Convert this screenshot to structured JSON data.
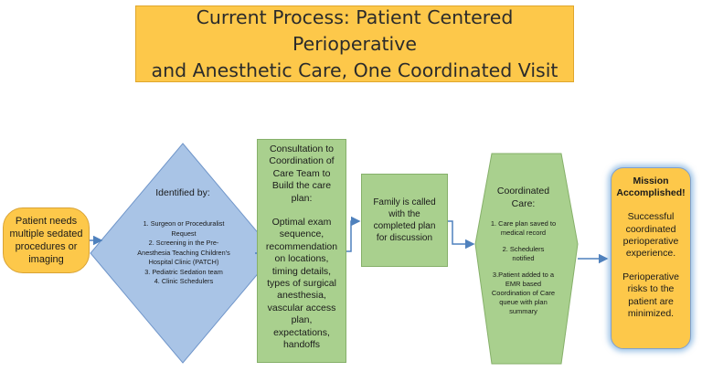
{
  "title": {
    "line1": "Current Process:  Patient Centered Perioperative",
    "line2": "and Anesthetic Care, One Coordinated Visit"
  },
  "start": {
    "lines": [
      "Patient needs",
      "multiple sedated",
      "procedures or",
      "imaging"
    ]
  },
  "identified": {
    "title": "Identified by:",
    "items": [
      "1. Surgeon or Proceduralist",
      "Request",
      "2. Screening in the Pre-",
      "Anesthesia Teaching  Children's",
      "Hospital Clinic (PATCH)",
      "3. Pediatric Sedation team",
      "4. Clinic Schedulers"
    ]
  },
  "consultation": {
    "heading": [
      "Consultation to",
      "Coordination of",
      "Care Team to",
      "Build the care",
      "plan:"
    ],
    "body": [
      "Optimal exam",
      "sequence,",
      "recommendation",
      "on locations,",
      "timing details,",
      "types of surgical",
      "anesthesia,",
      "vascular access",
      "plan,",
      "expectations,",
      "handoffs"
    ]
  },
  "family": {
    "lines": [
      "Family is called",
      "with the",
      "completed plan",
      "for discussion"
    ]
  },
  "coordinated": {
    "title": [
      "Coordinated",
      "Care:"
    ],
    "item1": [
      "1. Care plan saved to",
      "medical record"
    ],
    "item2": [
      "2. Schedulers",
      "notified"
    ],
    "item3": [
      "3.Patient added to a",
      "EMR based",
      "Coordination of Care",
      "queue with plan",
      "summary"
    ]
  },
  "mission": {
    "heading": [
      "Mission",
      "Accomplished!"
    ],
    "para1": [
      "Successful",
      "coordinated",
      "perioperative",
      "experience."
    ],
    "para2": [
      "Perioperative",
      "risks to the",
      "patient are",
      "minimized."
    ]
  },
  "colors": {
    "gold": "#fdc84a",
    "blue_diamond": "#a9c4e6",
    "green": "#a9d08e",
    "arrow": "#4f81bd"
  }
}
